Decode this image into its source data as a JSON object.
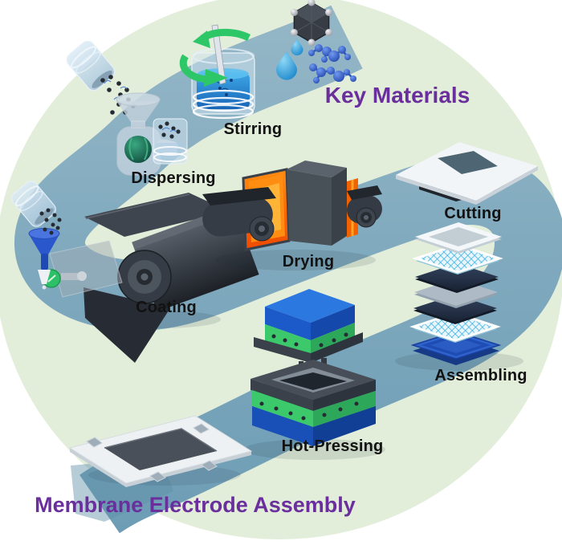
{
  "titles": {
    "key_materials": "Key Materials",
    "mea": "Membrane Electrode Assembly"
  },
  "steps": [
    {
      "label": "Stirring"
    },
    {
      "label": "Dispersing"
    },
    {
      "label": "Coating"
    },
    {
      "label": "Drying"
    },
    {
      "label": "Cutting"
    },
    {
      "label": "Assembling"
    },
    {
      "label": "Hot-Pressing"
    }
  ],
  "colors": {
    "background": "#ffffff",
    "circle_green": "#e2edda",
    "ribbon_blue": "#7ea8bd",
    "heading_purple": "#6a2f9c",
    "label_black": "#121212",
    "arrow_green": "#2ec768",
    "glow_orange": "#ff6a00",
    "press_green": "#3cc96c",
    "press_blue": "#2268d8",
    "mesh_blue": "#35aee2",
    "funnel_blue": "#2a58cc"
  },
  "icons": {
    "catalyst_particle": "faceted-sphere-with-atom-balls",
    "water_droplets": "two-teardrops",
    "ionomer_chain": "linked-blue-spheres",
    "stirring_arrows": "green-circular-arrows",
    "process_ribbon": "s-curved-blue-band"
  }
}
